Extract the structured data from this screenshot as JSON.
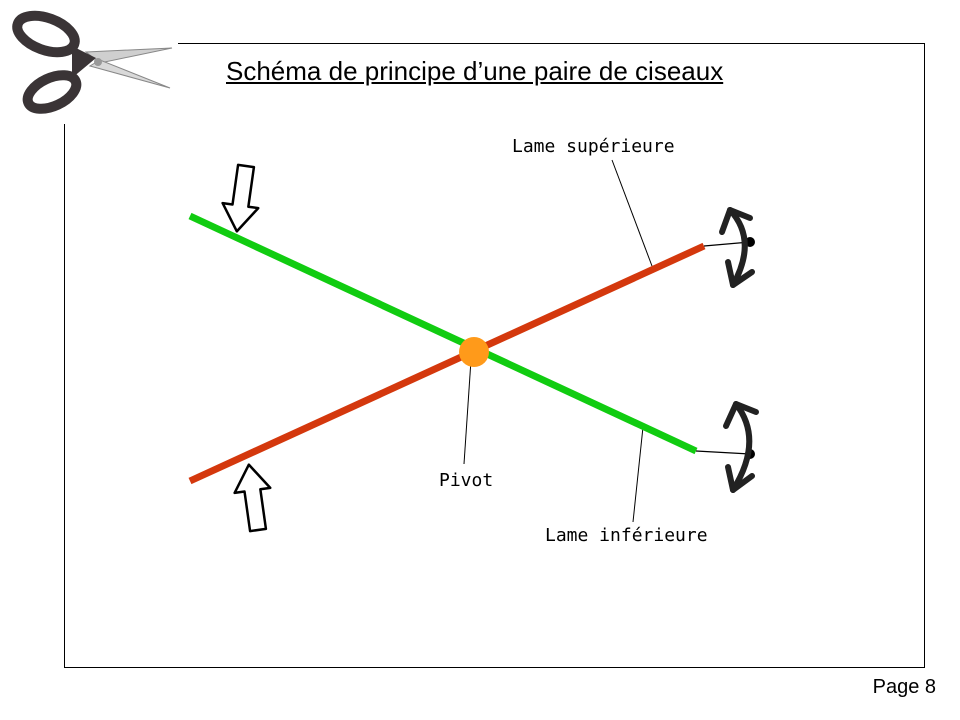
{
  "title": "Schéma de principe d’une paire de ciseaux",
  "labels": {
    "upper_blade": "Lame supérieure",
    "lower_blade": "Lame inférieure",
    "pivot": "Pivot"
  },
  "page": "Page 8",
  "colors": {
    "upper_blade": "#d4380d",
    "lower_blade": "#11cc11",
    "pivot": "#ff9a1a",
    "scissors_handle": "#3a3436"
  },
  "icons": [
    "scissors-icon",
    "press-down-arrow-icon",
    "press-up-arrow-icon",
    "rotation-arrow-icon"
  ]
}
